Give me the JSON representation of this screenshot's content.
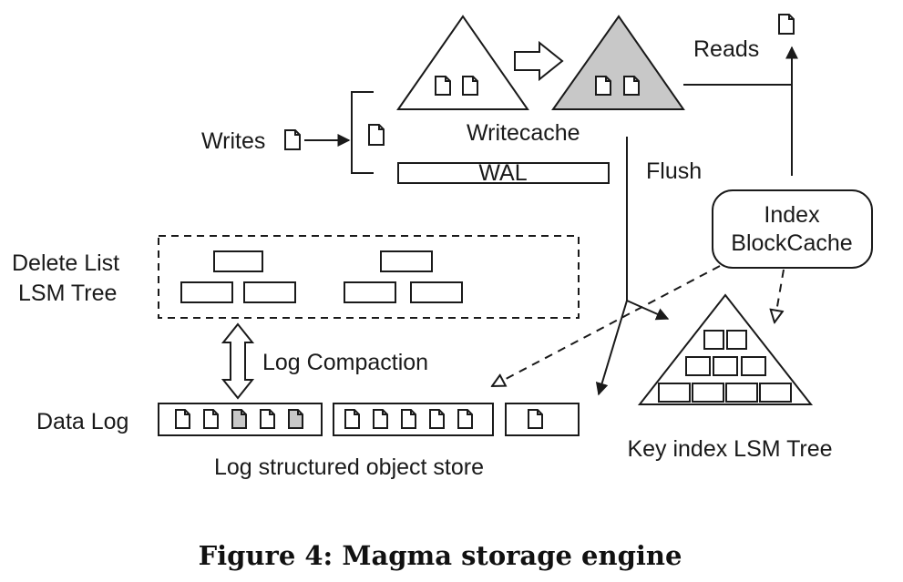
{
  "labels": {
    "writes": "Writes",
    "reads": "Reads",
    "writecache": "Writecache",
    "wal": "WAL",
    "flush": "Flush",
    "index_line1": "Index",
    "index_line2": "BlockCache",
    "delete_list_line1": "Delete List",
    "delete_list_line2": "LSM Tree",
    "log_compaction": "Log Compaction",
    "data_log": "Data Log",
    "object_store": "Log structured object store",
    "key_index": "Key index LSM Tree"
  },
  "caption": "Figure 4: Magma storage engine",
  "colors": {
    "line": "#1a1a1a",
    "shaded": "#c8c8c8",
    "background": "#ffffff"
  },
  "data_log_segments": [
    {
      "docs": [
        "plain",
        "plain",
        "shaded",
        "plain",
        "shaded"
      ]
    },
    {
      "docs": [
        "plain",
        "plain",
        "plain",
        "plain",
        "plain"
      ]
    },
    {
      "docs": [
        "plain"
      ]
    }
  ]
}
